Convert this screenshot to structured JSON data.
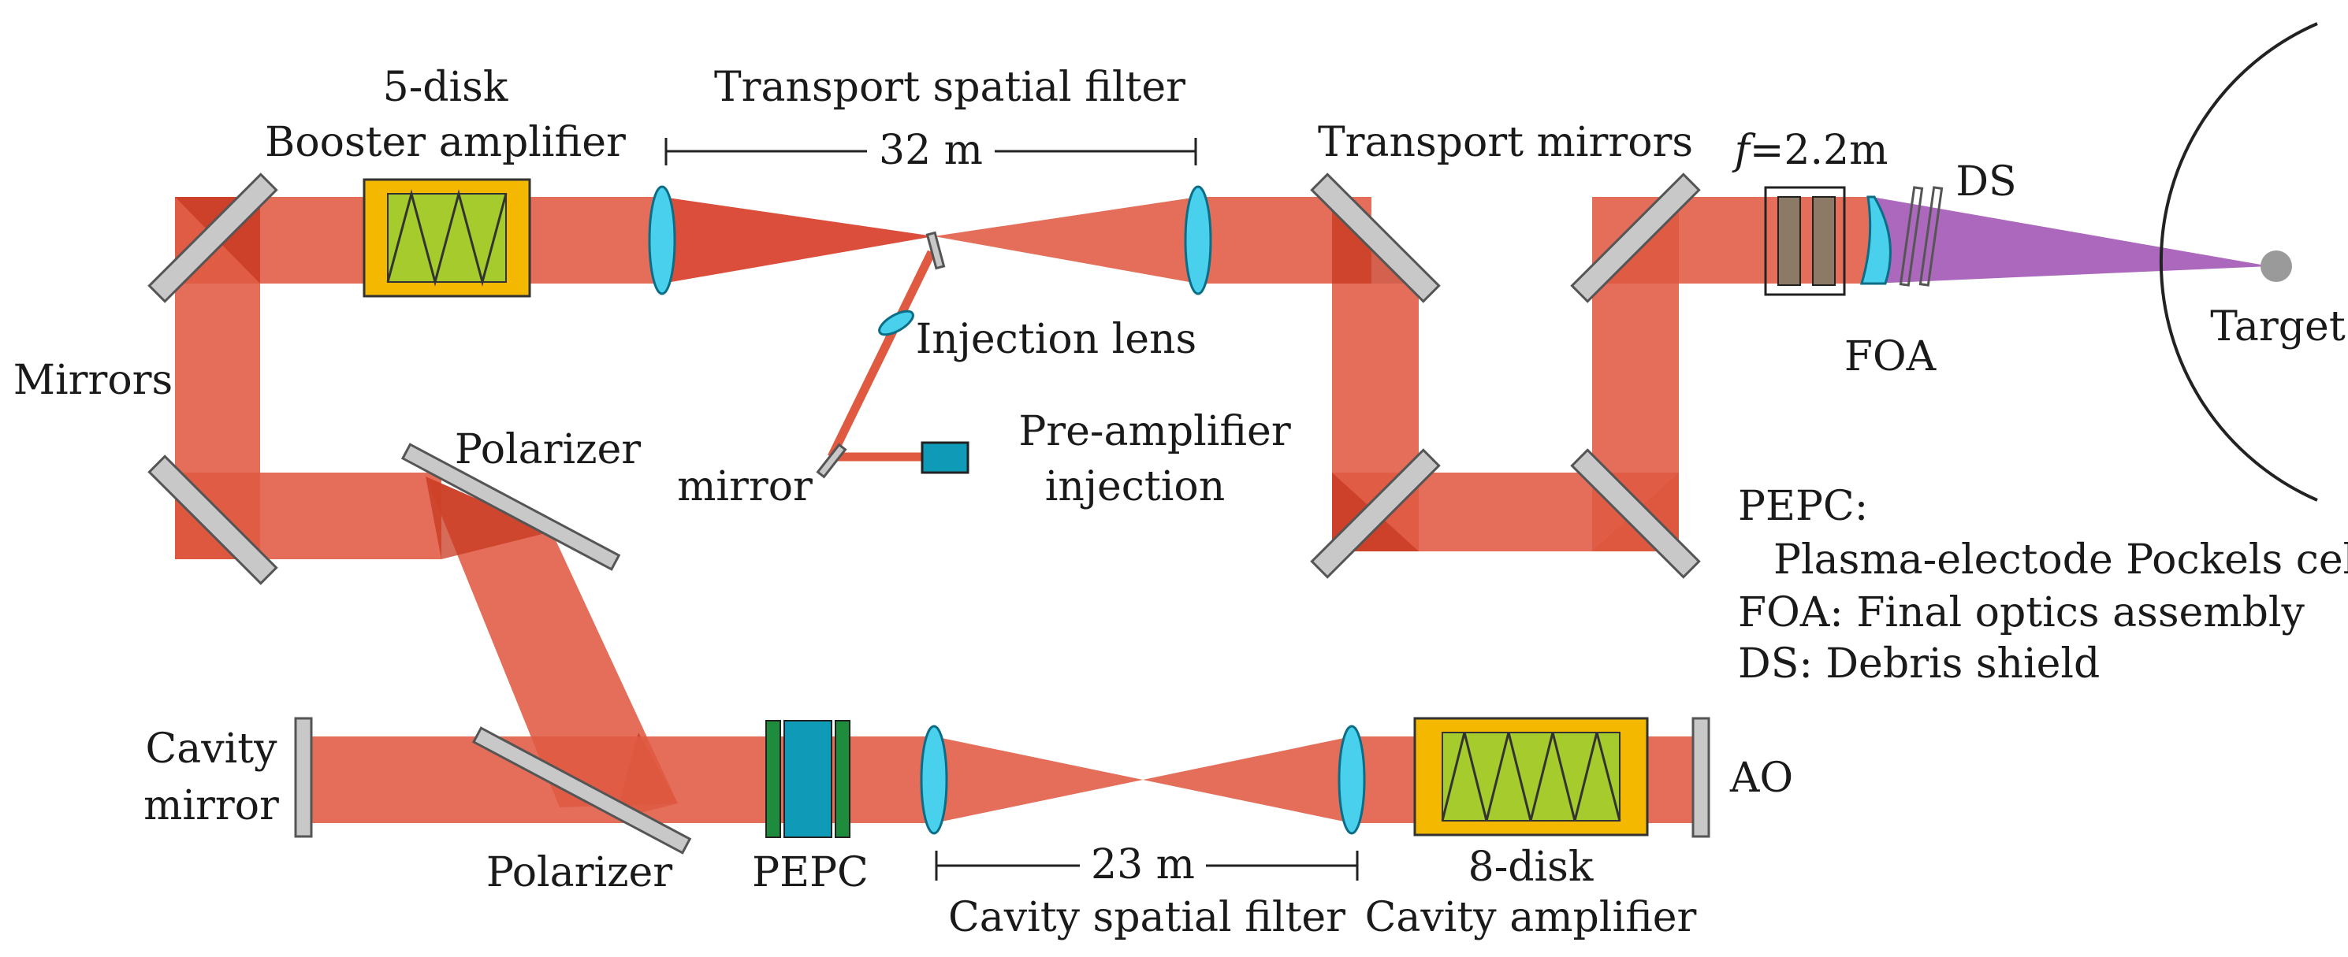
{
  "labels": {
    "booster_line1": "5-disk",
    "booster_line2": "Booster amplifier",
    "transport_filter": "Transport spatial filter",
    "transport_dist": "32 m",
    "transport_mirrors": "Transport mirrors",
    "focal_italic": "f",
    "focal_rest": "=2.2m",
    "ds": "DS",
    "target": "Target",
    "foa": "FOA",
    "mirrors": "Mirrors",
    "injection_lens": "Injection lens",
    "polarizer_top": "Polarizer",
    "preamp_line1": "Pre-amplifier",
    "preamp_line2": "injection",
    "mirror": "mirror",
    "cavity_mirror_line1": "Cavity",
    "cavity_mirror_line2": "mirror",
    "polarizer_bottom": "Polarizer",
    "pepc": "PEPC",
    "cavity_dist": "23 m",
    "cavity_filter": "Cavity spatial filter",
    "cavity_amp_line1": "8-disk",
    "cavity_amp_line2": "Cavity amplifier",
    "ao": "AO"
  },
  "legend": {
    "pepc_key": "PEPC:",
    "pepc_desc": "Plasma-electode Pockels cell",
    "foa_def": "FOA: Final optics assembly",
    "ds_def": "DS: Debris shield"
  },
  "colors": {
    "beam": "#e05a42",
    "beam_dark": "#c83a22",
    "lens": "#48d0ec",
    "amplifier_case": "#f5b800",
    "amplifier_disks": "#a5cc2c",
    "pepc_cell": "#0f9bb8",
    "pepc_electrode": "#1e8c3c",
    "mirror_gray": "#c8c8c8",
    "uv_beam": "#a760b8",
    "foa_crystal": "#8d7a66"
  }
}
